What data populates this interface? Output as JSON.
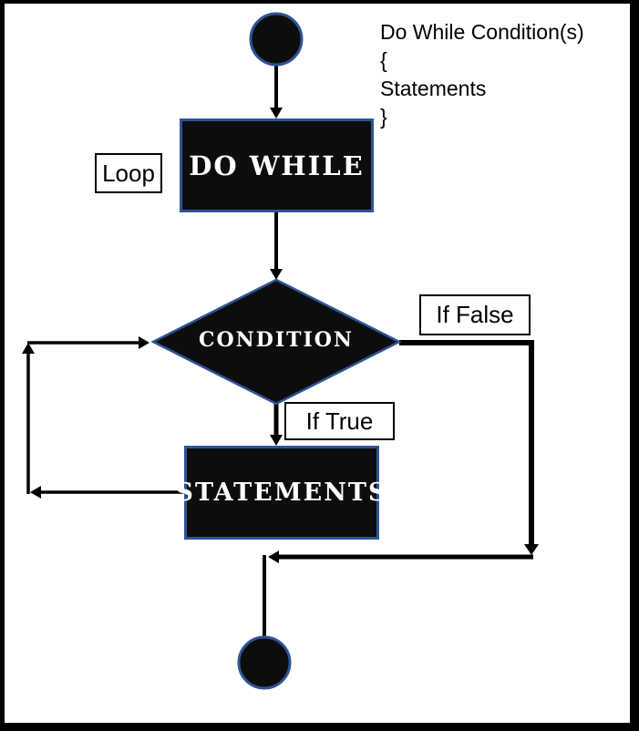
{
  "colors": {
    "canvas_bg": "#ffffff",
    "frame": "#000000",
    "shape_fill": "#0d0d0d",
    "shape_outline": "#2f5496",
    "shape_text": "#ffffff",
    "connector": "#000000",
    "label_box_bg": "#ffffff",
    "label_box_border": "#000000"
  },
  "code_note": {
    "lines": [
      "Do While Condition(s)",
      "{",
      "Statements",
      "}"
    ]
  },
  "nodes": {
    "start": {
      "shape": "terminator-circle"
    },
    "do_while": {
      "shape": "rectangle",
      "label": "DO WHILE"
    },
    "condition": {
      "shape": "diamond",
      "label": "CONDITION"
    },
    "statements": {
      "shape": "rectangle",
      "label": "STATEMENTS"
    },
    "end": {
      "shape": "terminator-circle"
    }
  },
  "edge_labels": {
    "loop": "Loop",
    "if_true": "If True",
    "if_false": "If False"
  }
}
